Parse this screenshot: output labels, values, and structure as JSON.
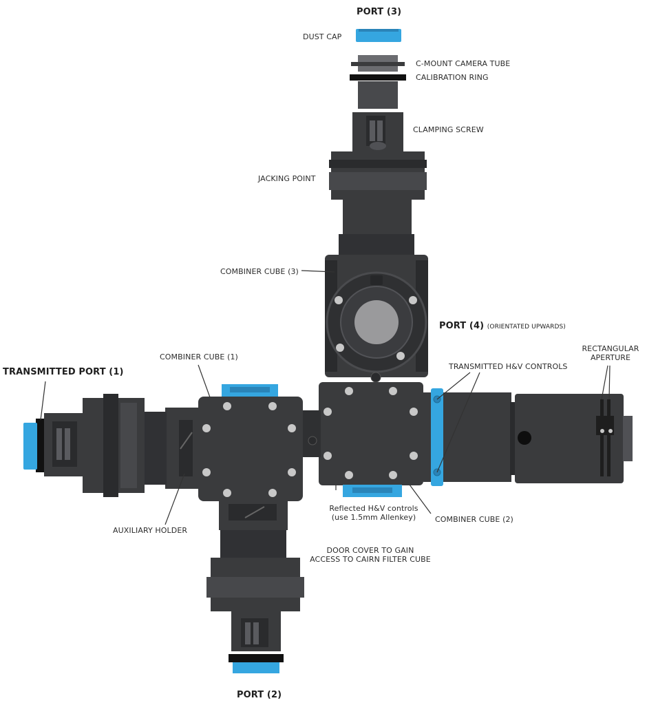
{
  "colors": {
    "body": "#3a3b3d",
    "body_dark": "#2a2b2d",
    "body_light": "#505155",
    "accent_blue": "#35a6e0",
    "screw": "#c8c8c8",
    "line": "#333333"
  },
  "labels": {
    "port3": "PORT (3)",
    "dust_cap": "DUST CAP",
    "cmount_tube": "C-MOUNT CAMERA TUBE",
    "calibration_ring": "CALIBRATION RING",
    "clamping_screw": "CLAMPING SCREW",
    "jacking_point": "JACKING POINT",
    "combiner_cube_3": "COMBINER CUBE (3)",
    "port4": "PORT (4)",
    "port4_note": "(ORIENTATED UPWARDS)",
    "rectangular_aperture_1": "RECTANGULAR",
    "rectangular_aperture_2": "APERTURE",
    "transmitted_hv": "TRANSMITTED H&V CONTROLS",
    "combiner_cube_1": "COMBINER CUBE (1)",
    "transmitted_port1": "TRANSMITTED PORT (1)",
    "auxiliary_holder": "AUXILIARY HOLDER",
    "reflected_hv_1": "Reflected H&V controls",
    "reflected_hv_2": "(use 1.5mm Allenkey)",
    "combiner_cube_2": "COMBINER CUBE (2)",
    "door_cover_1": "DOOR COVER TO GAIN",
    "door_cover_2": "ACCESS TO CAIRN FILTER CUBE",
    "port2": "PORT (2)"
  },
  "icons": {
    "screw": "screw-icon",
    "aperture_window": "circular-aperture-icon"
  }
}
